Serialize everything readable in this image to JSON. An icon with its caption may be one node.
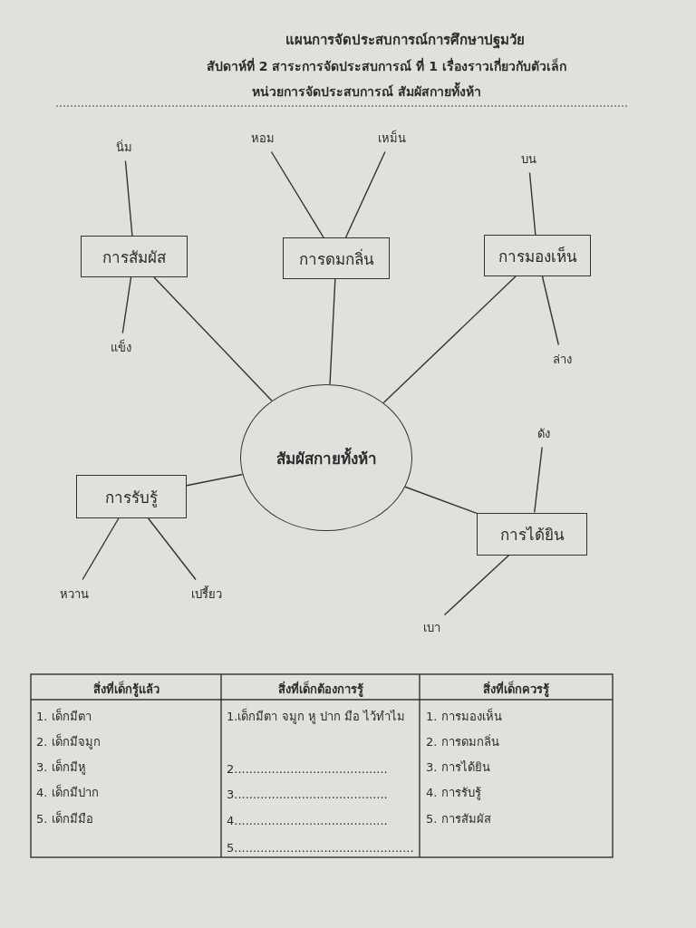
{
  "diagram": {
    "title": "แผนการจัดประสบการณ์การศึกษาปฐมวัย",
    "nodes": [
      {
        "text": [
          "นิ่ม"
        ]
      },
      {
        "text": [
          "หอม"
        ]
      },
      {
        "text": [
          "เหม็น"
        ]
      },
      {
        "text": [
          "บน"
        ]
      },
      {
        "text": [
          "การสัมผัส"
        ]
      },
      {
        "text": [
          "การดมกลิ่น"
        ]
      },
      {
        "text": [
          "การมองเห็น"
        ]
      },
      {
        "text": [
          "แข็ง"
        ]
      },
      {
        "text": [
          "ล่าง"
        ]
      },
      {
        "text": [
          "สัมผัสกายทั้งห้า"
        ]
      },
      {
        "text": [
          "ดัง"
        ]
      },
      {
        "text": [
          "การรับรู้"
        ]
      },
      {
        "text": [
          "การได้ยิน"
        ]
      },
      {
        "text": [
          "หวาน"
        ]
      },
      {
        "text": [
          "เปรี้ยว"
        ]
      },
      {
        "text": [
          "เบา"
        ]
      }
    ],
    "edges": [
      {
        "from": 0,
        "to": 4,
        "arrow": "none"
      },
      {
        "from": 1,
        "to": 5,
        "arrow": "none"
      },
      {
        "from": 2,
        "to": 5,
        "arrow": "none"
      },
      {
        "from": 3,
        "to": 6,
        "arrow": "none"
      },
      {
        "from": 4,
        "to": 7,
        "arrow": "none"
      },
      {
        "from": 6,
        "to": 8,
        "arrow": "none"
      },
      {
        "from": 4,
        "to": 9,
        "arrow": "none"
      },
      {
        "from": 5,
        "to": 9,
        "arrow": "none"
      },
      {
        "from": 6,
        "to": 9,
        "arrow": "none"
      },
      {
        "from": 11,
        "to": 9,
        "arrow": "none"
      },
      {
        "from": 12,
        "to": 9,
        "arrow": "none"
      },
      {
        "from": 10,
        "to": 12,
        "arrow": "none"
      },
      {
        "from": 11,
        "to": 13,
        "arrow": "none"
      },
      {
        "from": 11,
        "to": 14,
        "arrow": "none"
      },
      {
        "from": 12,
        "to": 15,
        "arrow": "none"
      }
    ],
    "labels": [
      "สัปดาห์ที่ 2 สาระการจัดประสบการณ์ ที่ 1 เรื่องราวเกี่ยวกับตัวเล็ก",
      "หน่วยการจัดประสบการณ์ สัมผัสกายทั้งห้า",
      "สิ่งที่เด็กรู้แล้ว",
      "สิ่งที่เด็กต้องการรู้",
      "สิ่งที่เด็กควรรู้",
      "1. เด็กมีตา",
      "1.เด็กมีตา จมูก หู ปาก มือ ไว้ทำไม",
      "1. การมองเห็น",
      "2. เด็กมีจมูก",
      "2. การดมกลิ่น",
      "3. เด็กมีหู",
      "2.........................................",
      "3. การได้ยิน",
      "4. เด็กมีปาก",
      "3.........................................",
      "4. การรับรู้",
      "5. เด็กมีมือ",
      "4.........................................",
      "5. การสัมผัส",
      "5................................................"
    ]
  }
}
